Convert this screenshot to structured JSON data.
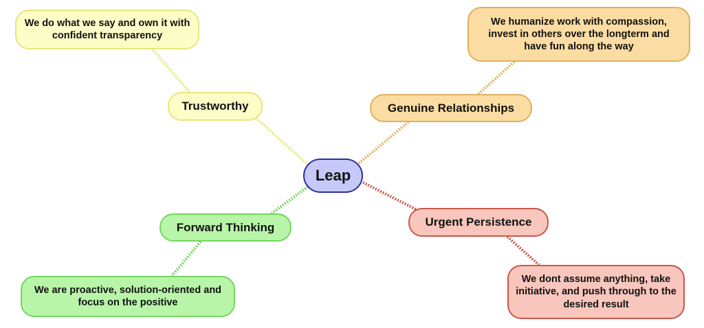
{
  "center": {
    "label": "Leap",
    "color": "#c6c9f7",
    "border": "#2b2f9c"
  },
  "branches": [
    {
      "label": "Trustworthy",
      "description": "We do what we say and own it with confident transparency",
      "color": "#fdfdc8",
      "link_color": "#e6e67a"
    },
    {
      "label": "Genuine Relationships",
      "description": "We humanize work with compassion, invest in others over the longterm and have fun along the way",
      "color": "#fbdca2",
      "link_color": "#dfb05e"
    },
    {
      "label": "Forward Thinking",
      "description": "We are proactive, solution-oriented and focus on the positive",
      "color": "#b8f5a8",
      "link_color": "#72d65e"
    },
    {
      "label": "Urgent Persistence",
      "description": "We dont assume anything, take initiative, and push through to the desired result",
      "color": "#f8c6bc",
      "link_color": "#c9564a"
    }
  ]
}
